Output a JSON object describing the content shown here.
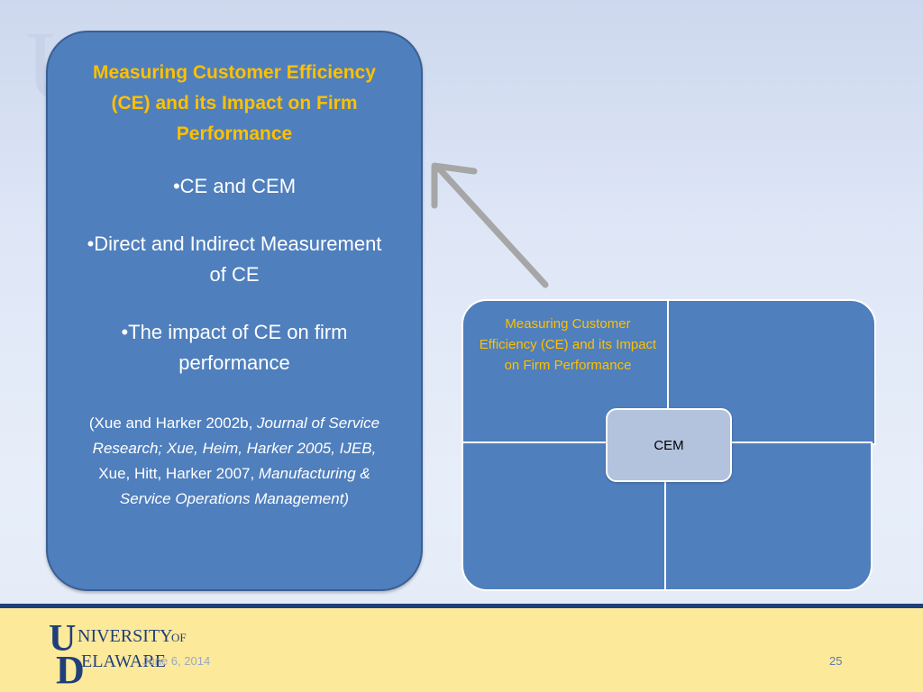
{
  "watermark": "UD",
  "main_box": {
    "title": "Measuring  Customer Efficiency (CE) and its Impact on Firm Performance",
    "bullets": [
      "•CE and CEM",
      "•Direct  and Indirect Measurement of CE",
      "•The impact of CE on firm performance"
    ],
    "citation": {
      "part1": "(Xue and Harker 2002b, ",
      "part2_italic": "Journal of Service Research;  Xue, Heim, Harker 2005, IJEB,",
      "part3": " Xue, Hitt, Harker 2007, ",
      "part4_italic": "Manufacturing & Service Operations Management)"
    }
  },
  "figure": {
    "top_left_label": "Measuring  Customer Efficiency (CE) and its Impact on Firm Performance",
    "center_label": "CEM"
  },
  "footer": {
    "logo_text_top": "NIVERSITY",
    "logo_text_of": "OF",
    "logo_text_bottom": "ELAWARE",
    "date": "June 6, 2014",
    "page_number": "25"
  },
  "colors": {
    "box_blue": "#4f7fbd",
    "title_gold": "#ffc000",
    "footer_yellow": "#fde99a",
    "footer_navy": "#1f3f7a"
  }
}
